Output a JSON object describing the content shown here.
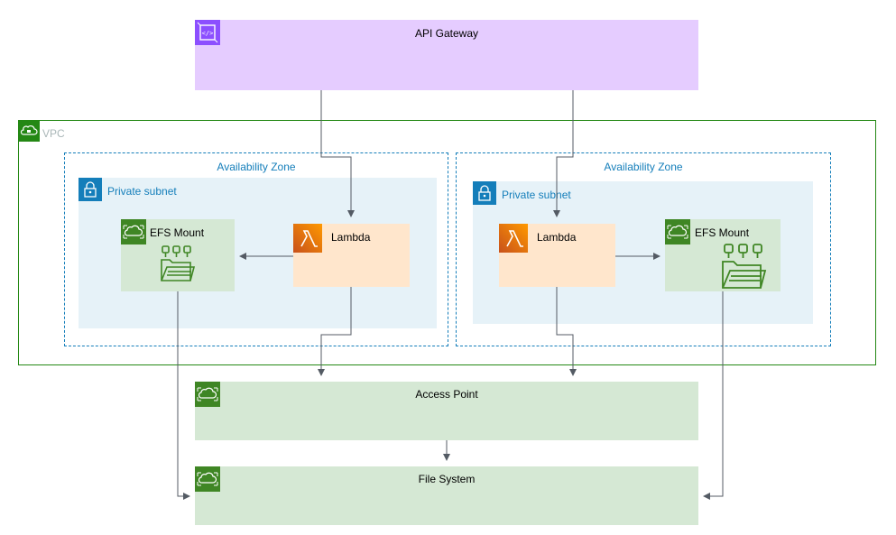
{
  "api_gateway": {
    "label": "API Gateway"
  },
  "vpc": {
    "label": "VPC"
  },
  "az_left": {
    "label": "Availability Zone",
    "subnet_label": "Private subnet",
    "efs_label": "EFS Mount",
    "lambda_label": "Lambda"
  },
  "az_right": {
    "label": "Availability Zone",
    "subnet_label": "Private subnet",
    "efs_label": "EFS Mount",
    "lambda_label": "Lambda"
  },
  "access_point": {
    "label": "Access Point"
  },
  "file_system": {
    "label": "File System"
  },
  "colors": {
    "api_fill": "#e5ccff",
    "vpc_border": "#248814",
    "az_border": "#147eba",
    "subnet_fill": "#e6f2f8",
    "efs_fill": "#d5e8d4",
    "lambda_fill": "#ffe6cc",
    "arrow": "#545b64",
    "efs_icon": "#3f8624",
    "lambda_icon": "#e7680f",
    "api_icon": "#8c4fff"
  }
}
